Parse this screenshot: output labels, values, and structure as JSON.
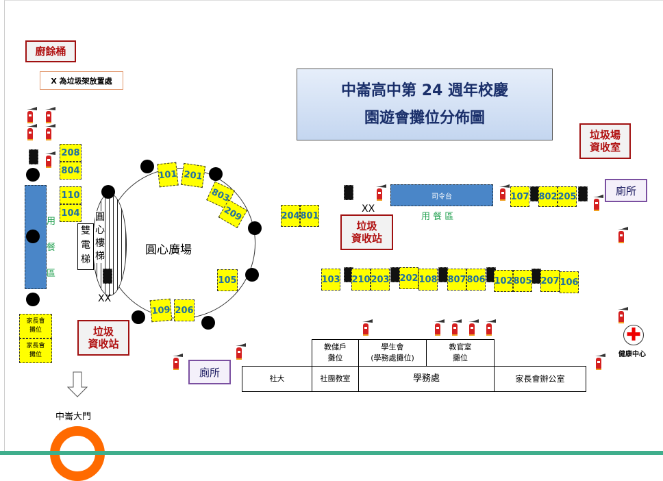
{
  "title": {
    "line1": "中崙高中第 24 週年校慶",
    "line2": "園遊會攤位分佈圖"
  },
  "labels": {
    "kitchen_waste": "廚餘桶",
    "x_note": "X 為垃圾架放置處",
    "recycle_top_right": "垃圾場\n資收室",
    "toilet_right": "廁所",
    "toilet_bottom": "廁所",
    "recycle_center": "垃圾\n資收站",
    "recycle_left": "垃圾\n資收站",
    "podium": "司令台",
    "dining_area_right": "用 餐 區",
    "dining_area_left": "用\n餐\n區",
    "plaza": "圓心廣場",
    "elevator": "雙\n電\n梯",
    "stairs": "圓\n心\n樓\n梯",
    "xx_center": "XX",
    "xx_left": "XX",
    "main_gate": "中崙大門",
    "health_center": "健康中心"
  },
  "stalls": [
    "208",
    "804",
    "110",
    "104",
    "101",
    "201",
    "803",
    "209",
    "105",
    "109",
    "206",
    "204",
    "801",
    "107",
    "802",
    "205",
    "103",
    "210",
    "203",
    "202",
    "108",
    "807",
    "806",
    "102",
    "805",
    "207",
    "106"
  ],
  "parent_stalls": [
    "家長會\n攤位",
    "家長會\n攤位"
  ],
  "buildings": {
    "top": [
      "教儲戶\n攤位",
      "學生會\n(學務處攤位)",
      "教官室\n攤位"
    ],
    "bottom": [
      "社大",
      "社團教室",
      "學務處",
      "家長會辦公室"
    ]
  },
  "colors": {
    "stall": "#ffff00",
    "stall_text": "#1f6fa0",
    "alert": "#b01010",
    "gate": "#ff6a00"
  }
}
